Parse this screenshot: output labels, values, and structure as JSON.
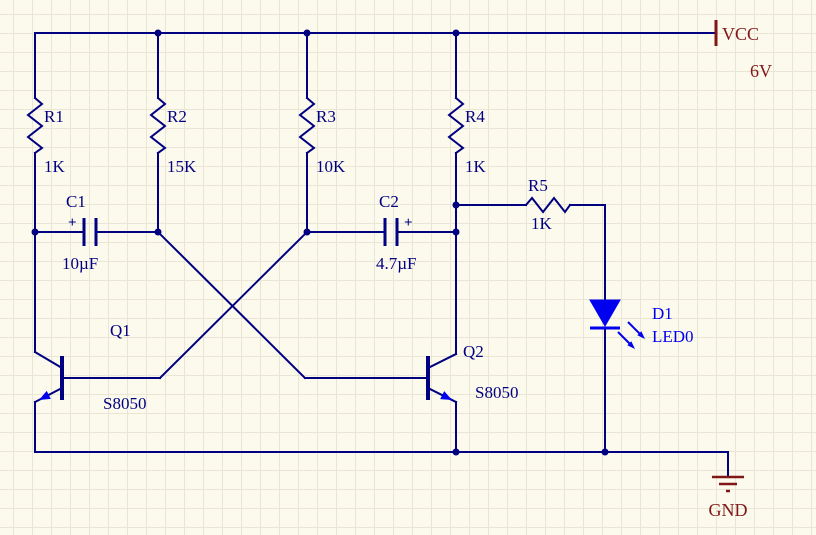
{
  "colors": {
    "wire": "#000080",
    "power": "#801616",
    "led": "#0000EE",
    "canvas": "#FCF9ED",
    "grid": "#EAE5D4"
  },
  "power_ports": {
    "vcc": {
      "label": "VCC",
      "voltage": "6V"
    },
    "gnd": {
      "label": "GND"
    }
  },
  "components": {
    "r1": {
      "ref": "R1",
      "value": "1K"
    },
    "r2": {
      "ref": "R2",
      "value": "15K"
    },
    "r3": {
      "ref": "R3",
      "value": "10K"
    },
    "r4": {
      "ref": "R4",
      "value": "1K"
    },
    "r5": {
      "ref": "R5",
      "value": "1K"
    },
    "c1": {
      "ref": "C1",
      "value": "10µF",
      "polarity": "+"
    },
    "c2": {
      "ref": "C2",
      "value": "4.7µF",
      "polarity": "+"
    },
    "q1": {
      "ref": "Q1",
      "value": "S8050"
    },
    "q2": {
      "ref": "Q2",
      "value": "S8050"
    },
    "d1": {
      "ref": "D1",
      "value": "LED0"
    }
  }
}
